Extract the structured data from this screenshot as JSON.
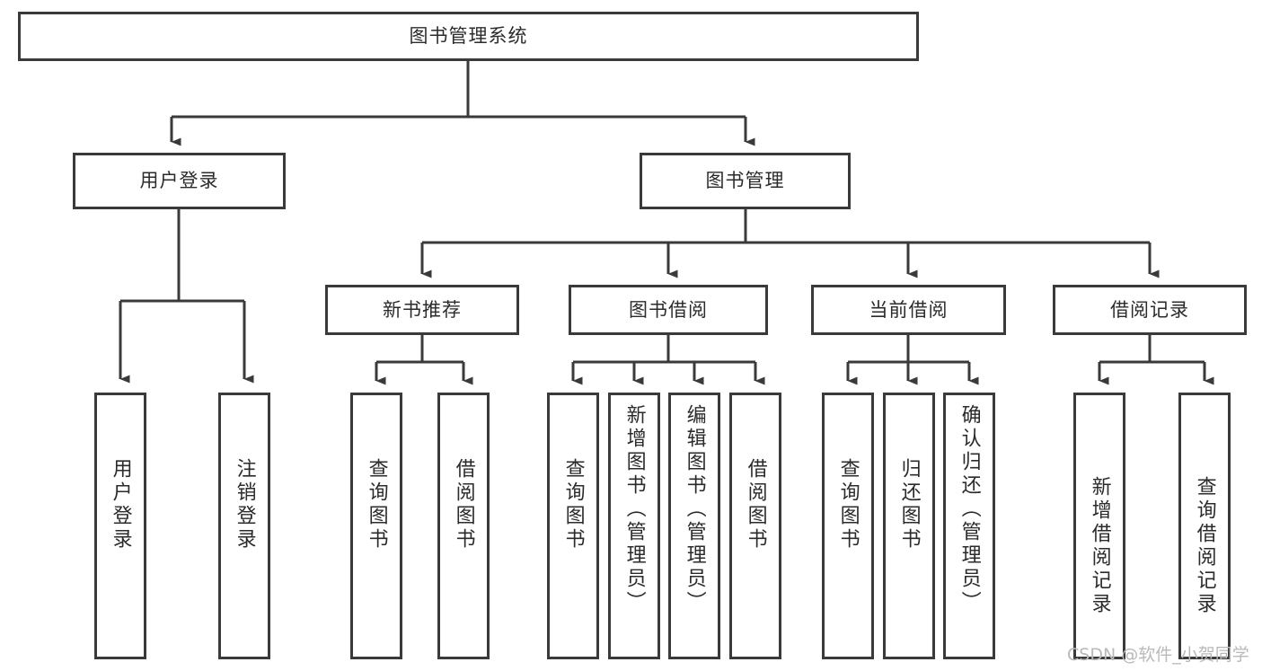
{
  "diagram": {
    "title": "图书管理系统",
    "type": "tree-hierarchy",
    "root": {
      "label": "图书管理系统"
    },
    "level1": [
      {
        "label": "用户登录"
      },
      {
        "label": "图书管理"
      }
    ],
    "level2": [
      {
        "label": "新书推荐"
      },
      {
        "label": "图书借阅"
      },
      {
        "label": "当前借阅"
      },
      {
        "label": "借阅记录"
      }
    ],
    "leaves": {
      "user_login": [
        {
          "label": "用户登录"
        },
        {
          "label": "注销登录"
        }
      ],
      "new_book_recommend": [
        {
          "label": "查询图书"
        },
        {
          "label": "借阅图书"
        }
      ],
      "book_borrow": [
        {
          "label": "查询图书"
        },
        {
          "label": "新增图书（管理员）"
        },
        {
          "label": "编辑图书（管理员）"
        },
        {
          "label": "借阅图书"
        }
      ],
      "current_borrow": [
        {
          "label": "查询图书"
        },
        {
          "label": "归还图书"
        },
        {
          "label": "确认归还（管理员）"
        }
      ],
      "borrow_record": [
        {
          "label": "新增借阅记录"
        },
        {
          "label": "查询借阅记录"
        }
      ]
    }
  },
  "watermark": {
    "text": "CSDN @软件_小贺同学"
  },
  "colors": {
    "border": "#3a3a3a",
    "text": "#2b2b2b",
    "background": "#ffffff",
    "watermark": "#b9b9b9"
  }
}
